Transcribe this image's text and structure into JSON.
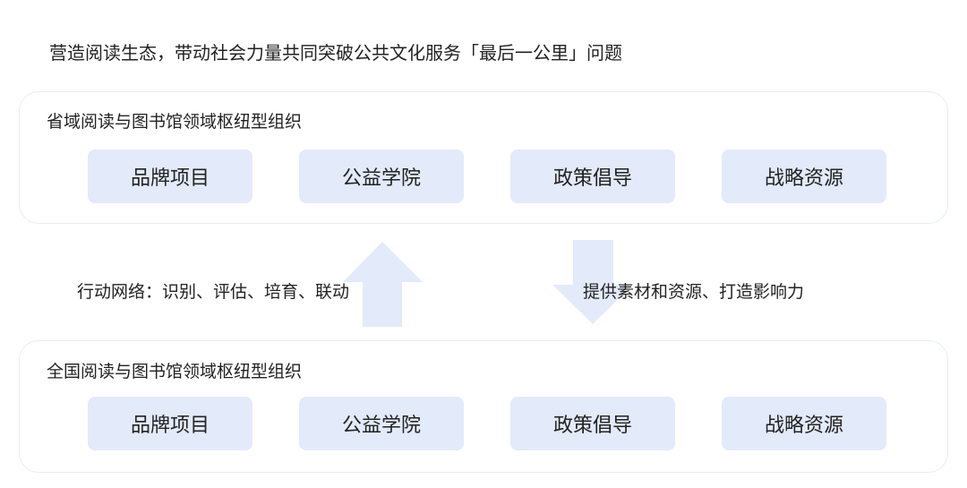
{
  "title": "营造阅读生态，带动社会力量共同突破公共文化服务「最后一公里」问题",
  "top_panel": {
    "title": "省域阅读与图书馆领域枢纽型组织",
    "items": [
      "品牌项目",
      "公益学院",
      "政策倡导",
      "战略资源"
    ]
  },
  "bottom_panel": {
    "title": "全国阅读与图书馆领域枢纽型组织",
    "items": [
      "品牌项目",
      "公益学院",
      "政策倡导",
      "战略资源"
    ]
  },
  "left_label": "行动网络：识别、评估、培育、联动",
  "right_label": "提供素材和资源、打造影响力",
  "colors": {
    "chip": "#e3eafa",
    "arrow": "#e3eafa",
    "border": "#e6ecf8"
  }
}
